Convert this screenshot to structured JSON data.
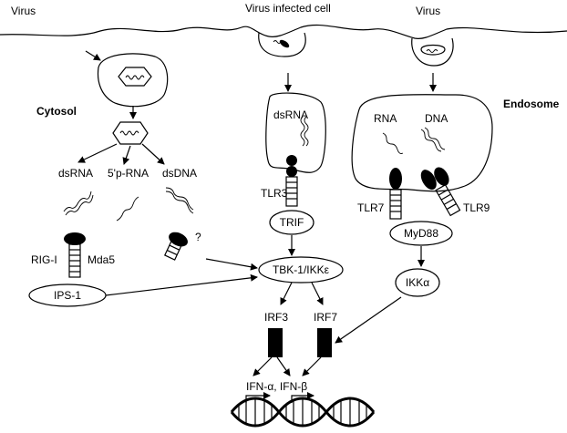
{
  "labels": {
    "virus_left": "Virus",
    "infected_cell": "Virus infected cell",
    "virus_right": "Virus",
    "cytosol": "Cytosol",
    "endosome": "Endosome",
    "dsrna_cytosol": "dsRNA",
    "five_p_rna": "5'p-RNA",
    "dsdna": "dsDNA",
    "dsrna_endo": "dsRNA",
    "rna": "RNA",
    "dna": "DNA",
    "question": "?",
    "rig_i": "RIG-I",
    "mda5": "Mda5",
    "ips1": "IPS-1",
    "tlr3": "TLR3",
    "tlr7": "TLR7",
    "tlr9": "TLR9",
    "trif": "TRIF",
    "myd88": "MyD88",
    "tbk1": "TBK-1/IKKε",
    "ikka": "IKKα",
    "irf3": "IRF3",
    "irf7": "IRF7",
    "ifn": "IFN-α, IFN-β"
  }
}
